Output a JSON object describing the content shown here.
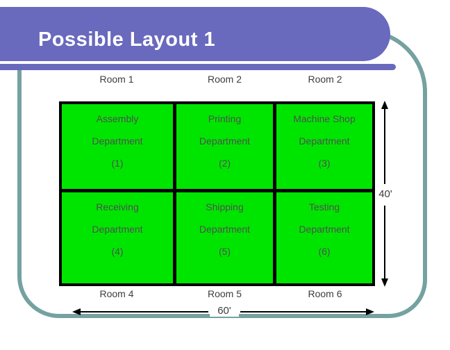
{
  "slide": {
    "title": "Possible Layout 1"
  },
  "diagram": {
    "top_labels": [
      "Room 1",
      "Room 2",
      "Room 2"
    ],
    "bottom_labels": [
      "Room 4",
      "Room 5",
      "Room 6"
    ],
    "cells": [
      {
        "name": "Assembly",
        "type": "Department",
        "number": "(1)"
      },
      {
        "name": "Printing",
        "type": "Department",
        "number": "(2)"
      },
      {
        "name": "Machine Shop",
        "type": "Department",
        "number": "(3)"
      },
      {
        "name": "Receiving",
        "type": "Department",
        "number": "(4)"
      },
      {
        "name": "Shipping",
        "type": "Department",
        "number": "(5)"
      },
      {
        "name": "Testing",
        "type": "Department",
        "number": "(6)"
      }
    ],
    "dimensions": {
      "height_label": "40'",
      "width_label": "60'"
    }
  },
  "colors": {
    "banner": "#6969BE",
    "frame": "#75A1A1",
    "room_fill": "#00E500"
  }
}
